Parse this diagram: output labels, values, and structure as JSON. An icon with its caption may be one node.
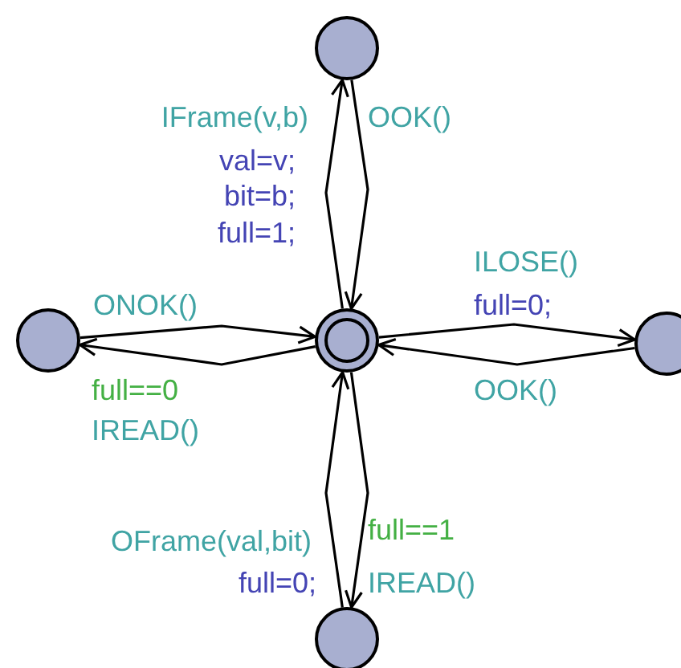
{
  "diagram": {
    "nodes": [
      {
        "text": [],
        "shape": "circle"
      },
      {
        "text": [],
        "shape": "circle"
      },
      {
        "text": [],
        "shape": "circle"
      },
      {
        "text": [],
        "shape": "circle"
      },
      {
        "text": [],
        "shape": "circle"
      }
    ],
    "edges": [
      {
        "from": 2,
        "to": 0,
        "arrow": "to",
        "label": "IFrame(v,b)"
      },
      {
        "from": 0,
        "to": 2,
        "arrow": "to",
        "label": "OOK()"
      },
      {
        "from": 1,
        "to": 2,
        "arrow": "to",
        "label": "ONOK()"
      },
      {
        "from": 2,
        "to": 1,
        "arrow": "to",
        "label": "IREAD()"
      },
      {
        "from": 2,
        "to": 3,
        "arrow": "to",
        "label": "ILOSE()"
      },
      {
        "from": 3,
        "to": 2,
        "arrow": "to",
        "label": "OOK()"
      },
      {
        "from": 4,
        "to": 2,
        "arrow": "to",
        "label": "OFrame(val,bit)"
      },
      {
        "from": 2,
        "to": 4,
        "arrow": "to",
        "label": "IREAD()"
      }
    ],
    "labels": [
      "val=v;",
      "bit=b;",
      "full=1;",
      "full=0;",
      "full==0",
      "full==1",
      "full=0;"
    ]
  }
}
